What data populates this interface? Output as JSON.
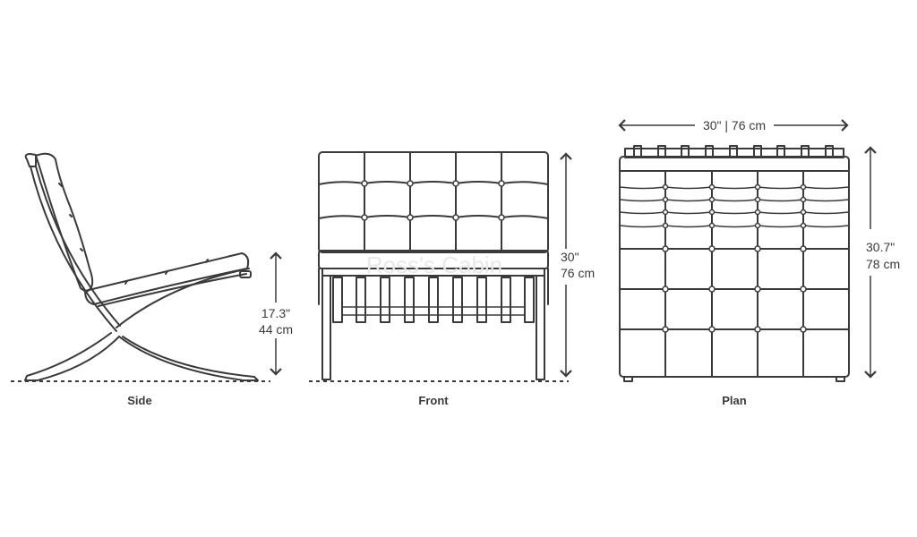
{
  "views": {
    "side": {
      "label": "Side",
      "height_in": "17.3\"",
      "height_cm": "44 cm"
    },
    "front": {
      "label": "Front",
      "height_in": "30\"",
      "height_cm": "76 cm"
    },
    "plan": {
      "label": "Plan",
      "width_label": "30\" | 76 cm",
      "depth_in": "30.7\"",
      "depth_cm": "78 cm"
    }
  },
  "watermark": "Ross's Cabin",
  "colors": {
    "line": "#3a3a3a",
    "background": "#ffffff"
  }
}
